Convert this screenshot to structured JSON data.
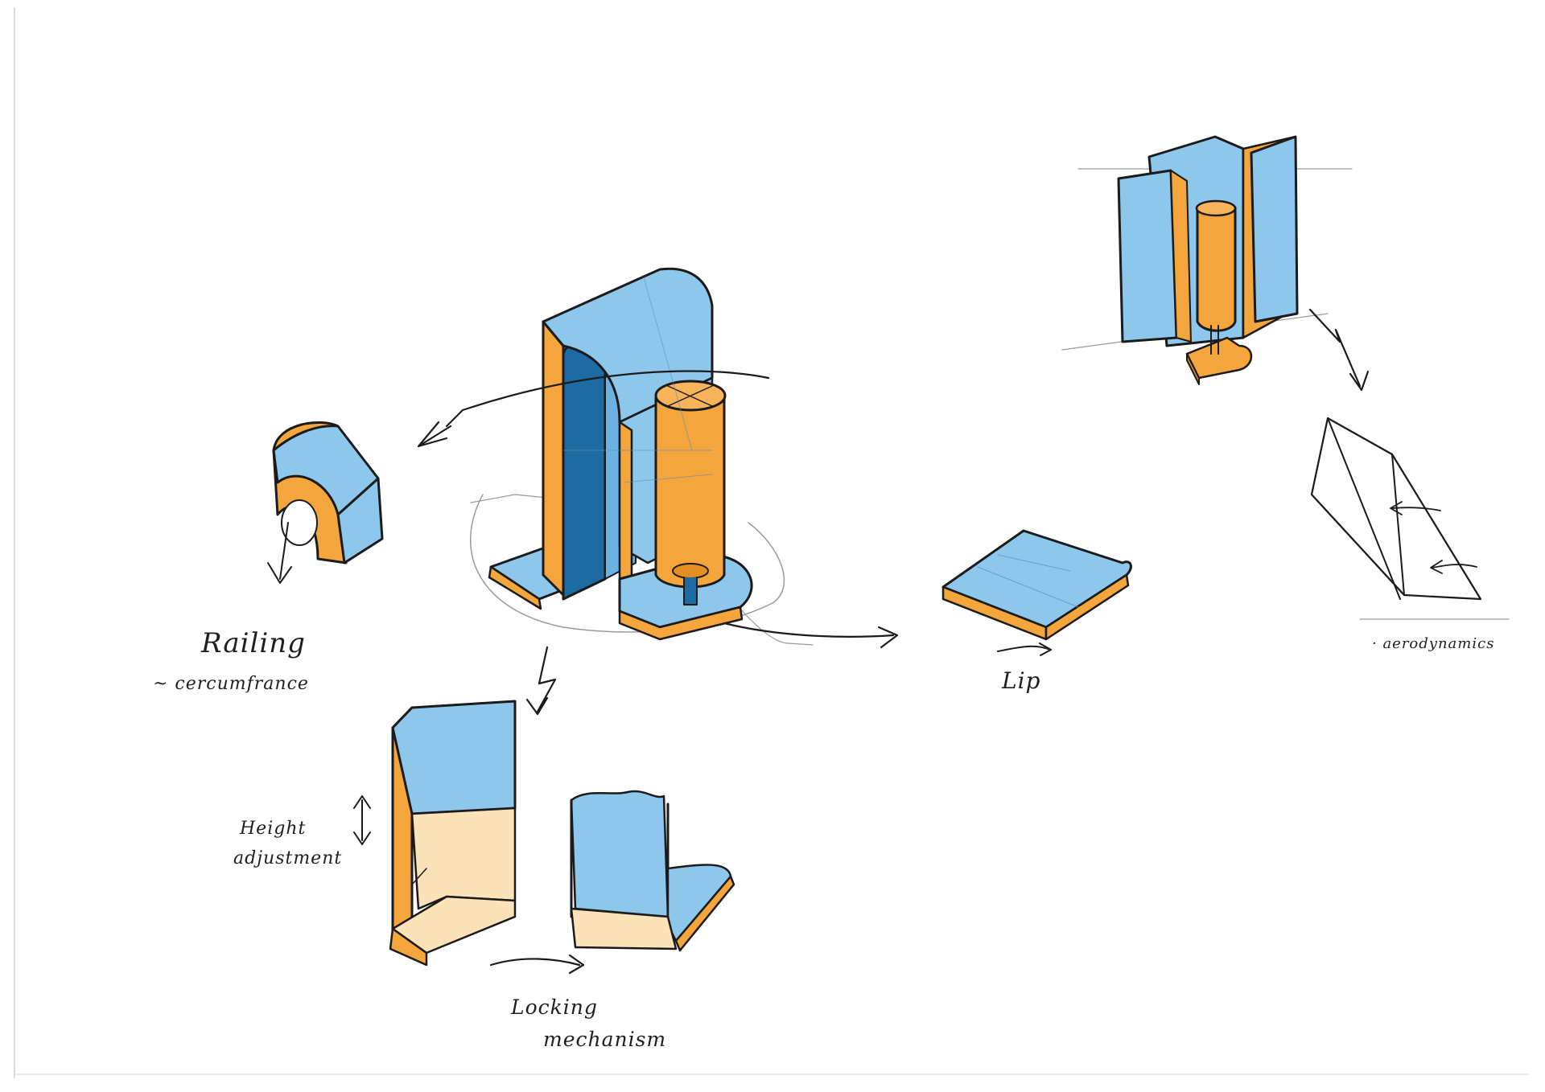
{
  "palette": {
    "light_blue": "#8ec7ec",
    "mid_blue": "#6bb2e2",
    "dark_blue": "#1e6ba3",
    "orange": "#f4a53c",
    "cream": "#fbe2b8",
    "ink": "#1b1b1b",
    "pencil": "#8f8f8f",
    "paper": "#ffffff"
  },
  "annotations": {
    "railing": "Railing",
    "railing_sub": "~ cercumfrance",
    "lip": "Lip",
    "aerodynamics": "· aerodynamics",
    "height_line1": "Height",
    "height_line2": "adjustment",
    "locking_line1": "Locking",
    "locking_line2": "mechanism"
  }
}
